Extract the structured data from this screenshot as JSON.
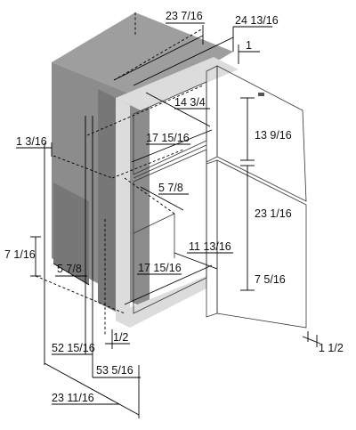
{
  "colors": {
    "cabinet_side": "#8c8c8c",
    "cabinet_top": "#9e9e9e",
    "cabinet_shade": "#777777",
    "door_face": "#ececec",
    "door_edge": "#d4d4d4",
    "interior": "#ffffff",
    "frame": "#dcdcdc",
    "line": "#000000"
  },
  "dimensions": {
    "top_depth": "23 7/16",
    "top_width": "24 13/16",
    "door_thickness": "1",
    "freezer_depth": "14 3/4",
    "freezer_width": "17 15/16",
    "freezer_height": "13 9/16",
    "flange_side": "1 3/16",
    "shelf_depth": "5 7/8",
    "fridge_height": "23 1/16",
    "lower_depth": "11 13/16",
    "base_height": "7 1/16",
    "base_depth": "5 7/8",
    "fridge_width": "17 15/16",
    "lower_height": "7 5/16",
    "front_offset": "1/2",
    "total_height_a": "52 15/16",
    "total_height_b": "53 5/16",
    "door_gap": "1 1/2",
    "total_depth": "23 11/16"
  }
}
